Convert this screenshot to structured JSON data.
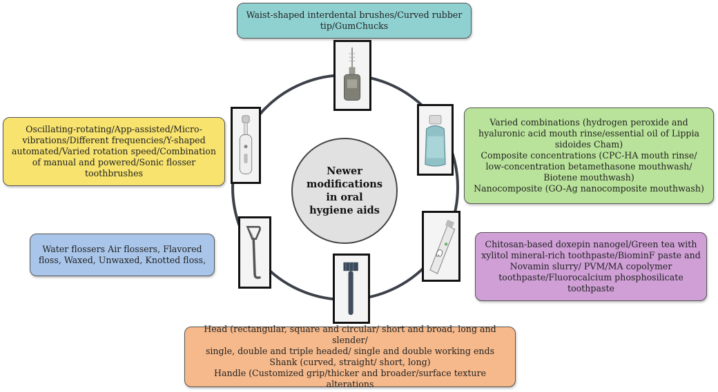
{
  "center": {
    "lines": [
      "Newer",
      "modifications",
      "in oral",
      "hygiene aids"
    ]
  },
  "boxes": {
    "interdental": {
      "color": "#8fd1d1",
      "lines": [
        "Waist-shaped interdental brushes/Curved rubber",
        "tip/GumChucks"
      ]
    },
    "mouthwash": {
      "color": "#b9e39a",
      "lines": [
        "Varied combinations (hydrogen peroxide and",
        "hyaluronic acid mouth rinse/essential oil of Lippia",
        "sidoides Cham)",
        "Composite concentrations (CPC-HA mouth rinse/",
        "low-concentration betamethasone mouthwash/",
        "Biotene mouthwash)",
        "Nanocomposite (GO-Ag nanocomposite mouthwash)"
      ]
    },
    "toothpaste": {
      "color": "#cf9fd6",
      "lines": [
        "Chitosan-based doxepin nanogel/Green tea with",
        "xylitol mineral-rich toothpaste/BiominF paste and",
        "Novamin slurry/ PVM/MA copolymer",
        "toothpaste/Fluorocalcium phosphosilicate",
        "toothpaste"
      ]
    },
    "manual_brush": {
      "color": "#f6b98b",
      "lines": [
        "Head (rectangular, square and circular/ short and broad, long and slender/",
        "single, double and triple headed/ single and double working ends",
        "Shank (curved, straight/ short, long)",
        "Handle (Customized grip/thicker and broader/surface texture alterations"
      ]
    },
    "floss": {
      "color": "#a9c6ea",
      "lines": [
        "Water flossers Air flossers, Flavored",
        "floss, Waxed, Unwaxed, Knotted floss,"
      ]
    },
    "powered_brush": {
      "color": "#f7e36e",
      "lines": [
        "Oscillating-rotating/App-assisted/Micro-",
        "vibrations/Different frequencies/Y-shaped",
        "automated/Varied rotation speed/Combination",
        "of manual and powered/Sonic flosser",
        "toothbrushes"
      ]
    }
  },
  "icons": {
    "interdental": "interdental-brush-icon",
    "mouthwash": "mouthwash-bottle-icon",
    "toothpaste": "toothpaste-tube-icon",
    "manual_brush": "manual-toothbrush-icon",
    "floss": "floss-pick-icon",
    "powered_brush": "electric-toothbrush-icon"
  }
}
